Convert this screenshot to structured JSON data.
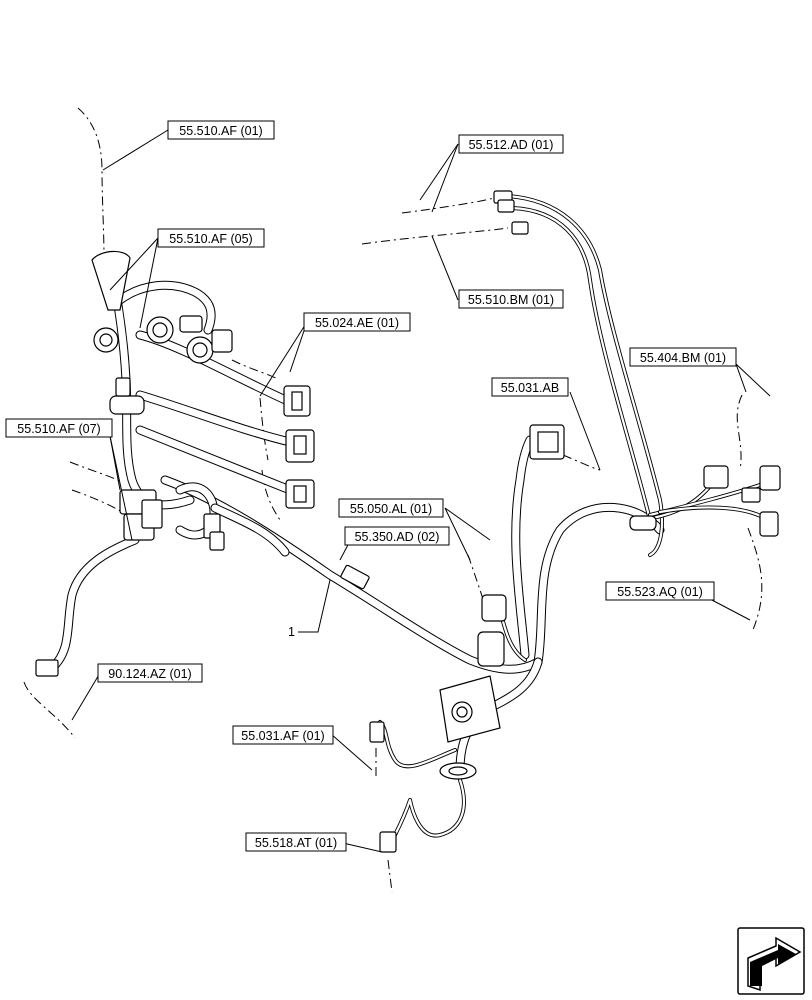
{
  "callouts": {
    "c_55_510_af_01": "55.510.AF (01)",
    "c_55_510_af_05": "55.510.AF (05)",
    "c_55_024_ae_01": "55.024.AE (01)",
    "c_55_510_af_07": "55.510.AF (07)",
    "c_55_512_ad_01": "55.512.AD (01)",
    "c_55_510_bm_01": "55.510.BM (01)",
    "c_55_404_bm_01": "55.404.BM (01)",
    "c_55_031_ab": "55.031.AB",
    "c_55_050_al_01": "55.050.AL (01)",
    "c_55_350_ad_02": "55.350.AD (02)",
    "c_55_523_aq_01": "55.523.AQ (01)",
    "c_90_124_az_01": "90.124.AZ (01)",
    "c_55_031_af_01": "55.031.AF (01)",
    "c_55_518_at_01": "55.518.AT (01)"
  },
  "item_number": "1",
  "icons": {
    "nav": "next-page-arrow-icon"
  }
}
